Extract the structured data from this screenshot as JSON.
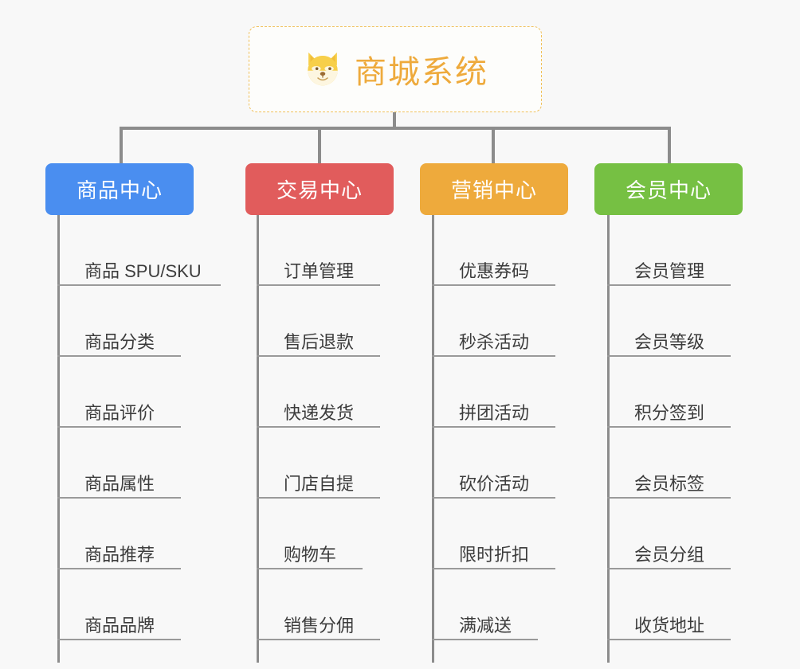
{
  "page": {
    "background_color": "#f8f8f8",
    "type": "org-chart"
  },
  "root": {
    "title": "商城系统",
    "icon": "shiba-dog-face-icon",
    "text_color": "#eeaa3c",
    "border_color": "#f0c05a"
  },
  "branches": [
    {
      "label": "商品中心",
      "color": "#4a8ef0",
      "items": [
        "商品 SPU/SKU",
        "商品分类",
        "商品评价",
        "商品属性",
        "商品推荐",
        "商品品牌"
      ]
    },
    {
      "label": "交易中心",
      "color": "#e15c5c",
      "items": [
        "订单管理",
        "售后退款",
        "快递发货",
        "门店自提",
        "购物车",
        "销售分佣"
      ]
    },
    {
      "label": "营销中心",
      "color": "#eeaa3c",
      "items": [
        "优惠券码",
        "秒杀活动",
        "拼团活动",
        "砍价活动",
        "限时折扣",
        "满减送"
      ]
    },
    {
      "label": "会员中心",
      "color": "#76c043",
      "items": [
        "会员管理",
        "会员等级",
        "积分签到",
        "会员标签",
        "会员分组",
        "收货地址"
      ]
    }
  ],
  "connector_color": "#8c8c8c"
}
